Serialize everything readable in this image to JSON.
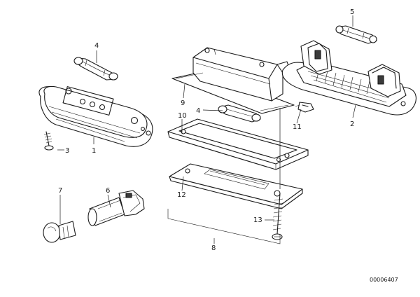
{
  "callouts": {
    "c1": "1",
    "c2": "2",
    "c3": "3",
    "c4a": "4",
    "c4b": "4",
    "c5": "5",
    "c6": "6",
    "c7": "7",
    "c8": "8",
    "c9": "9",
    "c10": "10",
    "c11": "11",
    "c12": "12",
    "c13": "13"
  },
  "document_number": "00006407"
}
